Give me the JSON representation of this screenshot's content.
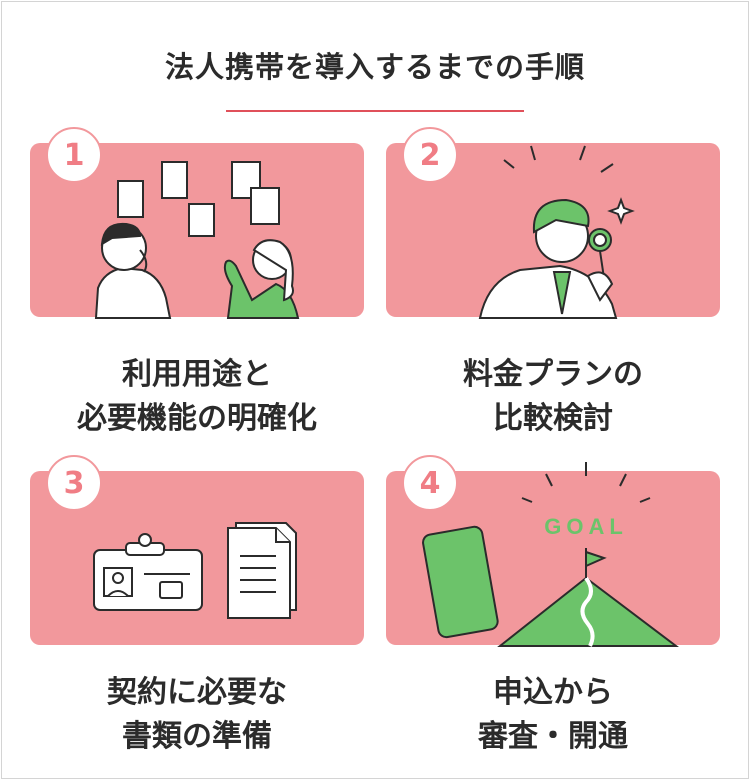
{
  "title": "法人携帯を導入するまでの手順",
  "colors": {
    "panel": "#f2989c",
    "accent": "#e0505a",
    "number": "#f07d85",
    "green": "#6cc36a",
    "ink": "#2b2b2b"
  },
  "steps": [
    {
      "number": "1",
      "line1": "利用用途と",
      "line2": "必要機能の明確化",
      "icon": "people-brainstorm-notes-icon"
    },
    {
      "number": "2",
      "line1": "料金プランの",
      "line2": "比較検討",
      "icon": "man-magnifying-glass-icon"
    },
    {
      "number": "3",
      "line1": "契約に必要な",
      "line2": "書類の準備",
      "icon": "id-card-document-icon"
    },
    {
      "number": "4",
      "line1": "申込から",
      "line2": "審査・開通",
      "icon": "phone-goal-mountain-icon"
    }
  ],
  "goal_label": "GOAL"
}
